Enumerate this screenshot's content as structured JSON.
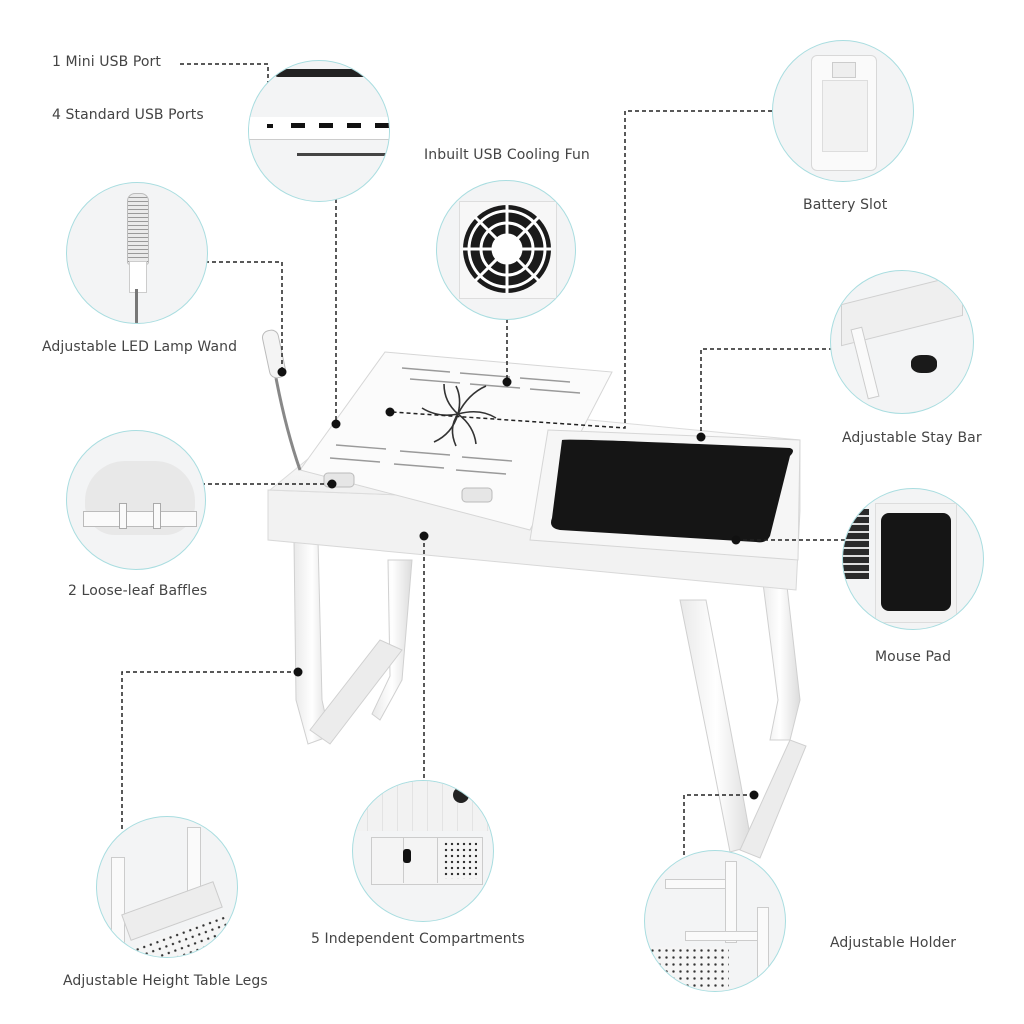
{
  "title": "Laptop Table Features",
  "colors": {
    "circle_border": "#a9dde0",
    "table_white": "#fafafa",
    "mouse_pad": "#151515",
    "leader_line": "#222222",
    "label_text": "#444444"
  },
  "callouts": [
    {
      "id": "mini-usb",
      "label": "1 Mini USB Port"
    },
    {
      "id": "standard-usb",
      "label": "4 Standard USB Ports"
    },
    {
      "id": "cooling-fan",
      "label": "Inbuilt USB Cooling Fun"
    },
    {
      "id": "battery-slot",
      "label": "Battery Slot"
    },
    {
      "id": "led-lamp",
      "label": "Adjustable LED Lamp Wand"
    },
    {
      "id": "stay-bar",
      "label": "Adjustable Stay Bar"
    },
    {
      "id": "baffles",
      "label": "2 Loose-leaf Baffles"
    },
    {
      "id": "mouse-pad",
      "label": "Mouse Pad"
    },
    {
      "id": "table-legs",
      "label": "Adjustable Height Table Legs"
    },
    {
      "id": "compartments",
      "label": "5 Independent Compartments"
    },
    {
      "id": "holder",
      "label": "Adjustable Holder"
    }
  ]
}
